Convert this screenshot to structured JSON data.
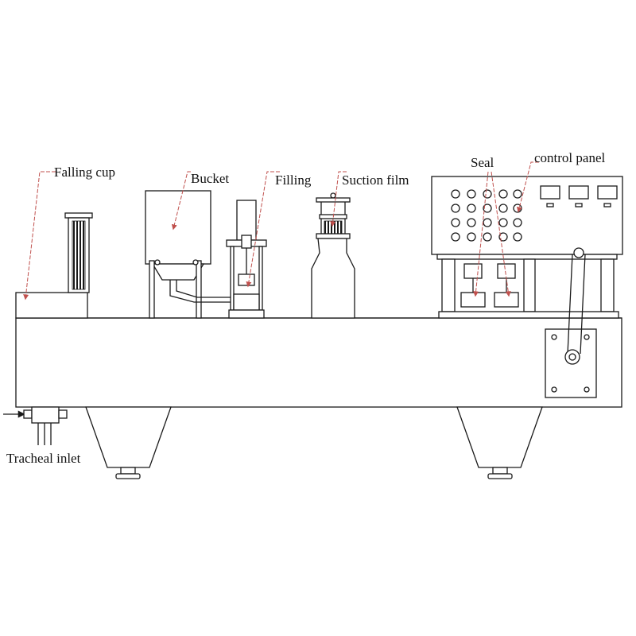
{
  "labels": {
    "falling_cup": "Falling cup",
    "bucket": "Bucket",
    "filling": "Filling",
    "suction_film": "Suction film",
    "seal": "Seal",
    "control_panel": "control panel",
    "tracheal_inlet": "Tracheal inlet"
  },
  "colors": {
    "line": "#1a1a1a",
    "leader": "#c0504d",
    "background": "#ffffff"
  }
}
